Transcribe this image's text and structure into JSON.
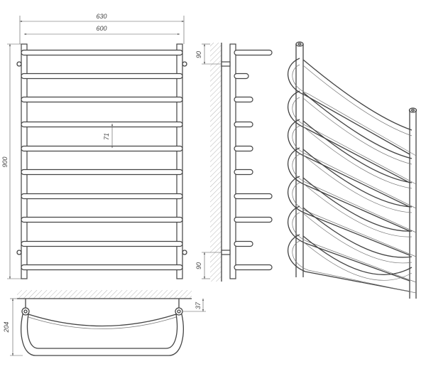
{
  "dimensions": {
    "overall_width": "630",
    "pipe_spacing": "600",
    "height": "900",
    "bar_step": "71",
    "top_offset": "90",
    "bottom_offset": "90",
    "depth": "204",
    "wall_distance": "37"
  }
}
